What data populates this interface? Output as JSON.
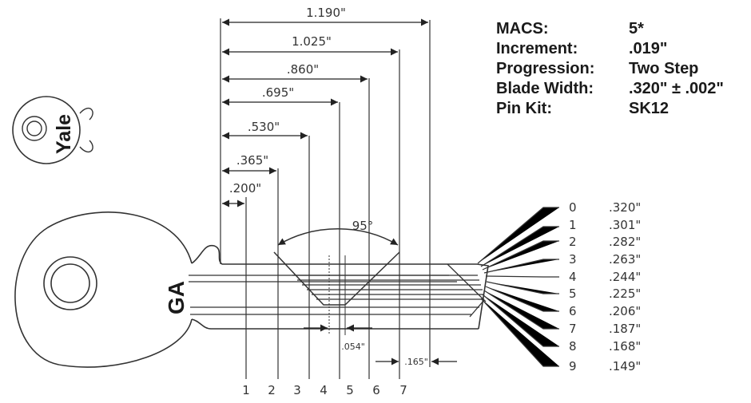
{
  "specs": [
    {
      "label": "MACS:",
      "value": "5*"
    },
    {
      "label": "Increment:",
      "value": ".019\""
    },
    {
      "label": "Progression:",
      "value": "Two Step"
    },
    {
      "label": "Blade Width:",
      "value": ".320\" ± .002\""
    },
    {
      "label": "Pin Kit:",
      "value": "SK12"
    }
  ],
  "spacing_dims": [
    ".200\"",
    ".365\"",
    ".530\"",
    ".695\"",
    ".860\"",
    "1.025\"",
    "1.190\""
  ],
  "angle_label": "95°",
  "flat_width": ".054\"",
  "tip_length": ".165\"",
  "depth_numbers": [
    "0",
    "1",
    "2",
    "3",
    "4",
    "5",
    "6",
    "7",
    "8",
    "9"
  ],
  "depth_values": [
    ".320\"",
    ".301\"",
    ".282\"",
    ".263\"",
    ".244\"",
    ".225\"",
    ".206\"",
    ".187\"",
    ".168\"",
    ".149\""
  ],
  "cut_positions": [
    "1",
    "2",
    "3",
    "4",
    "5",
    "6",
    "7"
  ],
  "brand": "Yale",
  "keyway": "GA"
}
